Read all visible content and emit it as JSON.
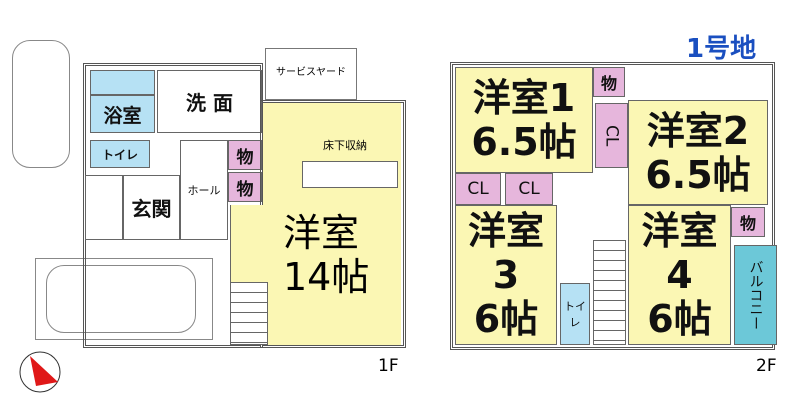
{
  "title": "1号地",
  "title_color": "#1a4fc0",
  "floor1": {
    "label": "1F",
    "rooms": {
      "service_yard": "サービスヤード",
      "bath": "浴室",
      "washroom": "洗 面",
      "toilet": "トイレ",
      "storage1": "物",
      "storage2": "物",
      "hall": "ホール",
      "entrance": "玄関",
      "underfloor": "床下収納",
      "ldk_name": "洋室",
      "ldk_size": "14帖"
    }
  },
  "floor2": {
    "label": "2F",
    "rooms": {
      "r1_name": "洋室1",
      "r1_size": "6.5帖",
      "r2_name": "洋室2",
      "r2_size": "6.5帖",
      "r3_name": "洋室3",
      "r3_size": "6帖",
      "r4_name": "洋室4",
      "r4_size": "6帖",
      "storage_a": "物",
      "storage_b": "物",
      "cl_vertical": "CL",
      "cl_a": "CL",
      "cl_b": "CL",
      "toilet": "トイレ",
      "balcony": "バルコニー"
    }
  },
  "colors": {
    "room": "#fbf7b4",
    "wet": "#b6e1f4",
    "storage": "#e6b6dc",
    "balcony": "#6cc8d8"
  },
  "compass_icon": "north-arrow-icon"
}
